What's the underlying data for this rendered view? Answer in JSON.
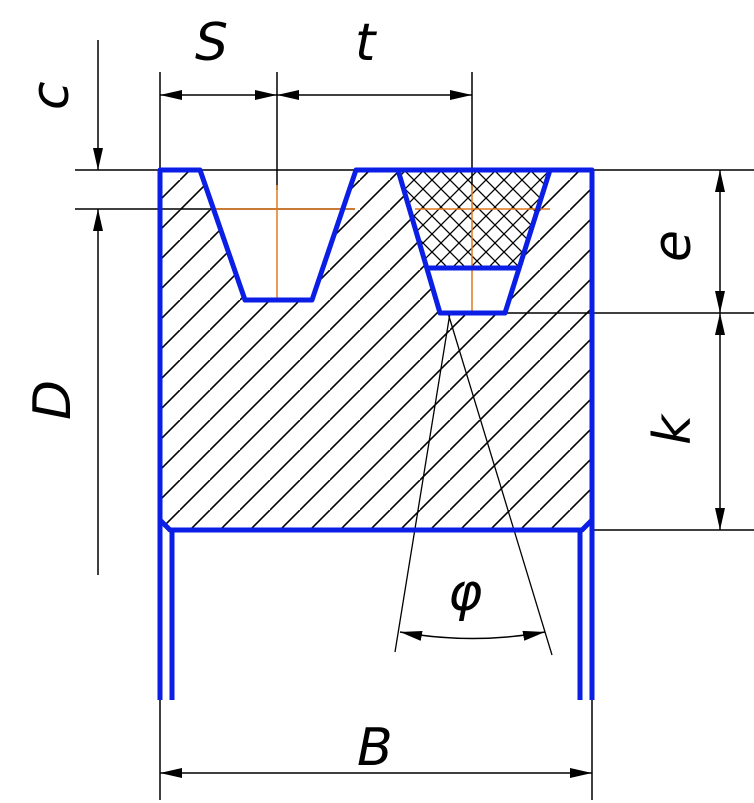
{
  "labels": {
    "S": "S",
    "t": "t",
    "c": "c",
    "D": "D",
    "e": "e",
    "k": "k",
    "phi": "φ",
    "B": "B"
  },
  "colors": {
    "outline": "#0a1ee6",
    "centerline": "#e07a1f",
    "line": "#000000",
    "background": "#ffffff"
  }
}
